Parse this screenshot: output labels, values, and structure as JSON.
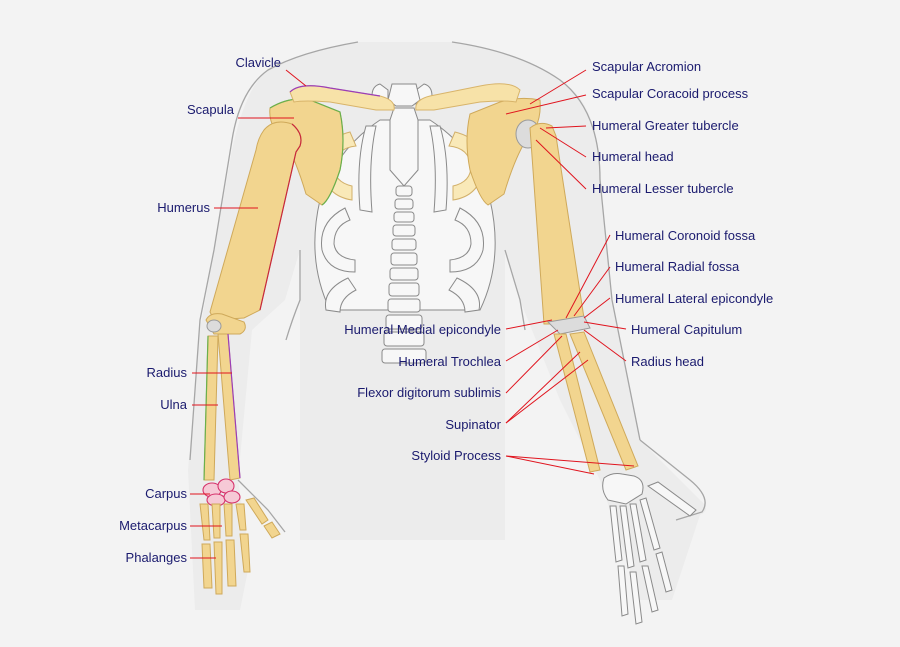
{
  "labels": {
    "clavicle": "Clavicle",
    "scapula": "Scapula",
    "humerus": "Humerus",
    "radius": "Radius",
    "ulna": "Ulna",
    "carpus": "Carpus",
    "metacarpus": "Metacarpus",
    "phalanges": "Phalanges",
    "scapular_acromion": "Scapular Acromion",
    "scapular_coracoid": "Scapular Coracoid process",
    "humeral_greater_tubercle": "Humeral Greater tubercle",
    "humeral_head": "Humeral head",
    "humeral_lesser_tubercle": "Humeral Lesser tubercle",
    "humeral_coronoid_fossa": "Humeral Coronoid fossa",
    "humeral_radial_fossa": "Humeral Radial fossa",
    "humeral_lateral_epicondyle": "Humeral Lateral epicondyle",
    "humeral_medial_epicondyle": "Humeral Medial epicondyle",
    "humeral_capitulum": "Humeral Capitulum",
    "humeral_trochlea": "Humeral Trochlea",
    "radius_head": "Radius head",
    "flexor_digitorum": "Flexor digitorum sublimis",
    "supinator": "Supinator",
    "styloid_process": "Styloid Process"
  },
  "colors": {
    "leader": "#e0141e",
    "label_text": "#1a1a6e",
    "bone": "#f2d58f",
    "background": "#f3f3f3"
  }
}
